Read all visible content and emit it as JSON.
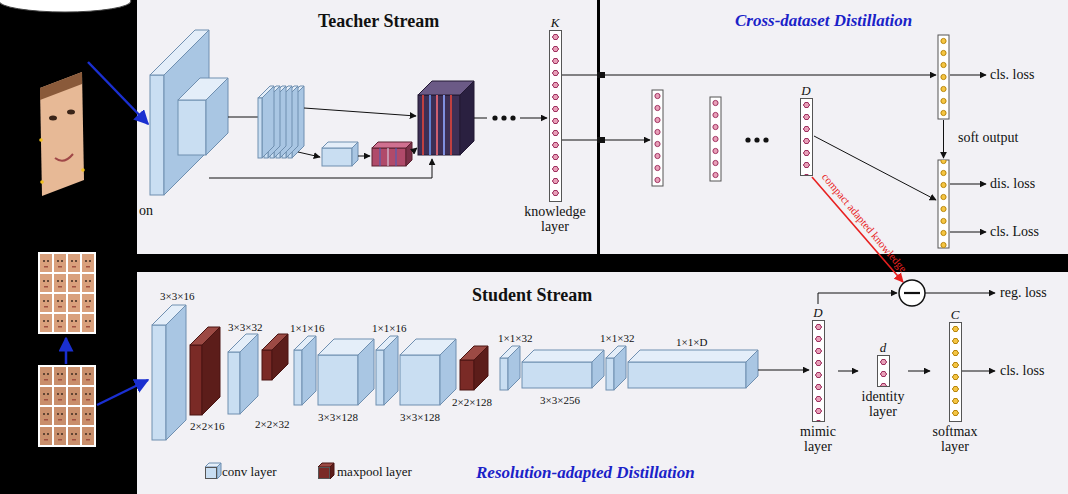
{
  "diagram": {
    "nodes": [
      {
        "text": [
          "Teacher Stream"
        ]
      },
      {
        "text": [
          "K",
          "knowledge layer"
        ],
        "in": 0
      },
      {
        "text": [
          "Cross-dataset Distillation"
        ]
      },
      {
        "text": [
          "D"
        ],
        "in": 2
      },
      {
        "text": [
          "Student Stream",
          "Resolution-adapted Distillation"
        ]
      },
      {
        "text": [
          "D",
          "mimic layer"
        ],
        "in": 4
      },
      {
        "text": [
          "d",
          "identity layer"
        ],
        "in": 4
      },
      {
        "text": [
          "C",
          "softmax layer"
        ],
        "in": 4
      }
    ],
    "edges": [
      {
        "from": 5,
        "to": 6,
        "arrow": "to"
      },
      {
        "from": 6,
        "to": 7,
        "arrow": "to"
      }
    ],
    "labels": [
      "on",
      "cls. loss",
      "soft output",
      "dis. loss",
      "cls. Loss",
      "compact adapted knowledge",
      "3×3×16",
      "2×2×16",
      "3×3×32",
      "2×2×32",
      "1×1×16",
      "1×1×16",
      "3×3×128",
      "3×3×128",
      "2×2×128",
      "1×1×32",
      "1×1×32",
      "3×3×256",
      "1×1×D",
      "reg. loss",
      "cls. loss"
    ],
    "legend": [
      {
        "text": "conv layer",
        "color": "#c9def2"
      },
      {
        "text": "maxpool layer",
        "color": "#7a2a26"
      }
    ]
  }
}
